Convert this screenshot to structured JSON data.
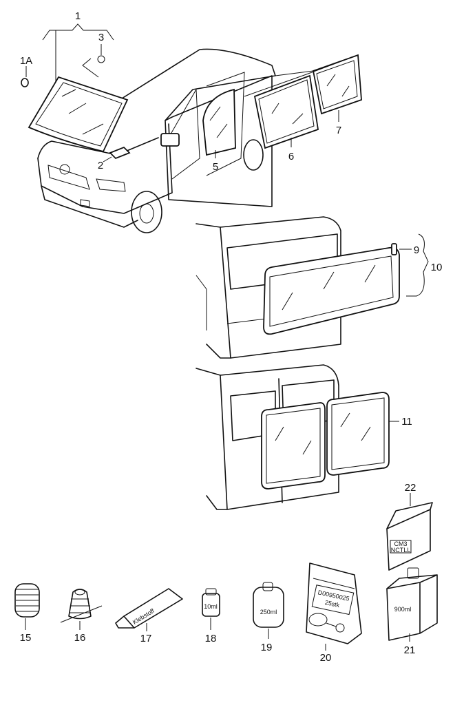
{
  "callouts": {
    "c1": "1",
    "c1a": "1A",
    "c2": "2",
    "c3": "3",
    "c5": "5",
    "c6": "6",
    "c7": "7",
    "c9": "9",
    "c10": "10",
    "c11": "11",
    "c15": "15",
    "c16": "16",
    "c17": "17",
    "c18": "18",
    "c19": "19",
    "c20": "20",
    "c21": "21",
    "c22": "22"
  },
  "product_labels": {
    "tube": "Klebstoff",
    "small_bottle": "10ml",
    "can": "250ml",
    "bag_code": "D00950025",
    "bag_qty": "25stk",
    "canister": "900ml",
    "box_line1": "CM3",
    "box_line2": "NCTLL"
  }
}
